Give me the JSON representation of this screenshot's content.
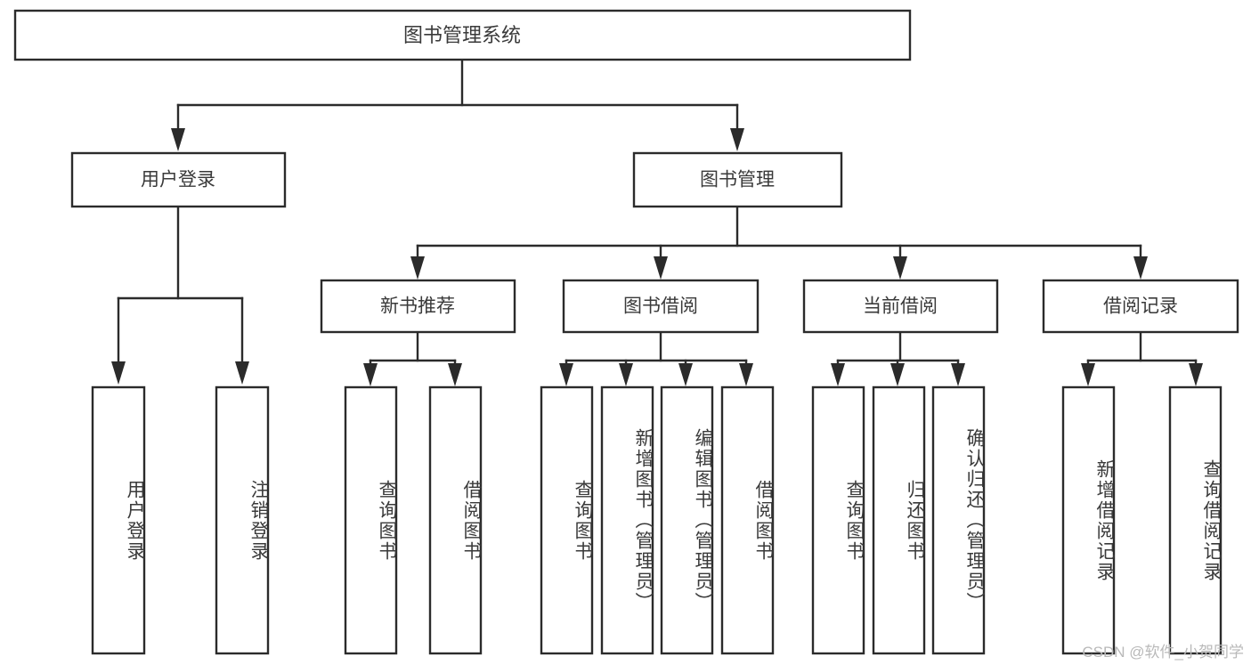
{
  "diagram": {
    "type": "tree",
    "orientation": "top-down",
    "title": "图书管理系统",
    "watermark": "CSDN @软件_小贺同学",
    "colors": {
      "background": "#ffffff",
      "box_stroke": "#2b2b2b",
      "box_fill": "#ffffff",
      "text": "#3a3a3a",
      "connector": "#2b2b2b",
      "watermark": "#b9b9b9"
    },
    "root": {
      "label": "图书管理系统"
    },
    "level2": [
      {
        "label": "用户登录"
      },
      {
        "label": "图书管理"
      }
    ],
    "level3": [
      {
        "label": "新书推荐"
      },
      {
        "label": "图书借阅"
      },
      {
        "label": "当前借阅"
      },
      {
        "label": "借阅记录"
      }
    ],
    "leaves": {
      "user_login": [
        {
          "label": "用户登录"
        },
        {
          "label": "注销登录"
        }
      ],
      "new_book_recommend": [
        {
          "label": "查询图书"
        },
        {
          "label": "借阅图书"
        }
      ],
      "book_borrow": [
        {
          "label": "查询图书"
        },
        {
          "label": "新增图书（管理员）"
        },
        {
          "label": "编辑图书（管理员）"
        },
        {
          "label": "借阅图书"
        }
      ],
      "current_borrow": [
        {
          "label": "查询图书"
        },
        {
          "label": "归还图书"
        },
        {
          "label": "确认归还（管理员）"
        }
      ],
      "borrow_record": [
        {
          "label": "新增借阅记录"
        },
        {
          "label": "查询借阅记录"
        }
      ]
    }
  }
}
